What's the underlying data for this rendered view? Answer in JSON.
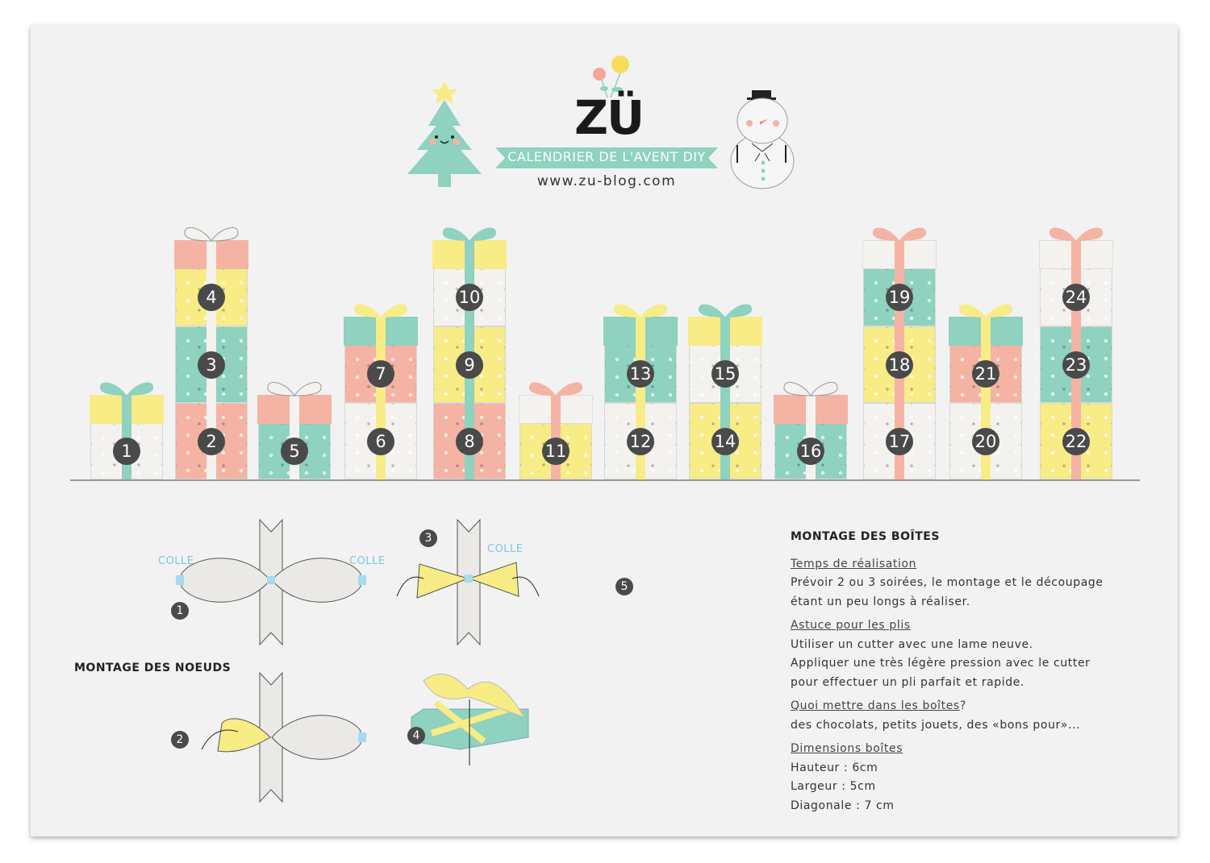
{
  "header": {
    "logo": "ZÜ",
    "banner": "CALENDRIER DE L'AVENT DIY",
    "url": "www.zu-blog.com"
  },
  "colors": {
    "yellow": "#f7ec86",
    "teal": "#8ed2bf",
    "pink": "#f4b3a3",
    "white": "#f4f2ef",
    "dark": "#4a4a4a",
    "paper": "#f2f2f2"
  },
  "gift_columns": [
    {
      "boxes": [
        {
          "n": "1",
          "pattern": "white"
        }
      ],
      "lid": "yellow",
      "ribbon": "teal"
    },
    {
      "boxes": [
        {
          "n": "2",
          "pattern": "pink"
        },
        {
          "n": "3",
          "pattern": "teal"
        },
        {
          "n": "4",
          "pattern": "yellow"
        }
      ],
      "lid": "pink",
      "ribbon": "white"
    },
    {
      "boxes": [
        {
          "n": "5",
          "pattern": "teal"
        }
      ],
      "lid": "pink",
      "ribbon": "white"
    },
    {
      "boxes": [
        {
          "n": "6",
          "pattern": "white"
        },
        {
          "n": "7",
          "pattern": "pink"
        }
      ],
      "lid": "teal",
      "ribbon": "yellow"
    },
    {
      "boxes": [
        {
          "n": "8",
          "pattern": "pink"
        },
        {
          "n": "9",
          "pattern": "yellow"
        },
        {
          "n": "10",
          "pattern": "white"
        }
      ],
      "lid": "yellow",
      "ribbon": "teal"
    },
    {
      "boxes": [
        {
          "n": "11",
          "pattern": "yellow"
        }
      ],
      "lid": "white",
      "ribbon": "pink"
    },
    {
      "boxes": [
        {
          "n": "12",
          "pattern": "white"
        },
        {
          "n": "13",
          "pattern": "teal"
        }
      ],
      "lid": "teal",
      "ribbon": "yellow"
    },
    {
      "boxes": [
        {
          "n": "14",
          "pattern": "yellow"
        },
        {
          "n": "15",
          "pattern": "white"
        }
      ],
      "lid": "yellow",
      "ribbon": "teal"
    },
    {
      "boxes": [
        {
          "n": "16",
          "pattern": "teal"
        }
      ],
      "lid": "pink",
      "ribbon": "white"
    },
    {
      "boxes": [
        {
          "n": "17",
          "pattern": "white"
        },
        {
          "n": "18",
          "pattern": "yellow"
        },
        {
          "n": "19",
          "pattern": "teal"
        }
      ],
      "lid": "white",
      "ribbon": "pink"
    },
    {
      "boxes": [
        {
          "n": "20",
          "pattern": "white"
        },
        {
          "n": "21",
          "pattern": "pink"
        }
      ],
      "lid": "teal",
      "ribbon": "yellow"
    },
    {
      "boxes": [
        {
          "n": "22",
          "pattern": "yellow"
        },
        {
          "n": "23",
          "pattern": "teal"
        },
        {
          "n": "24",
          "pattern": "white"
        }
      ],
      "lid": "white",
      "ribbon": "pink"
    }
  ],
  "knots": {
    "title": "MONTAGE DES NOEUDS",
    "glue_label": "COLLE",
    "steps": [
      "1",
      "2",
      "3",
      "4",
      "5"
    ]
  },
  "boxes_notes": {
    "title": "MONTAGE DES BOÎTES",
    "sections": [
      {
        "heading": "Temps de réalisation",
        "suffix": "",
        "lines": [
          "Prévoir 2 ou 3 soirées, le montage et le découpage",
          "étant un peu longs à réaliser."
        ]
      },
      {
        "heading": "Astuce pour les plis",
        "suffix": "",
        "lines": [
          "Utiliser un cutter avec une lame neuve.",
          "Appliquer une très légère pression avec le cutter",
          "pour effectuer un pli parfait et rapide."
        ]
      },
      {
        "heading": "Quoi mettre dans les boîtes",
        "suffix": " ?",
        "lines": [
          "des chocolats, petits jouets, des «bons pour»..."
        ]
      },
      {
        "heading": "Dimensions boîtes",
        "suffix": "",
        "lines": [
          "Hauteur : 6cm",
          "Largeur : 5cm",
          "Diagonale : 7 cm"
        ]
      }
    ]
  }
}
